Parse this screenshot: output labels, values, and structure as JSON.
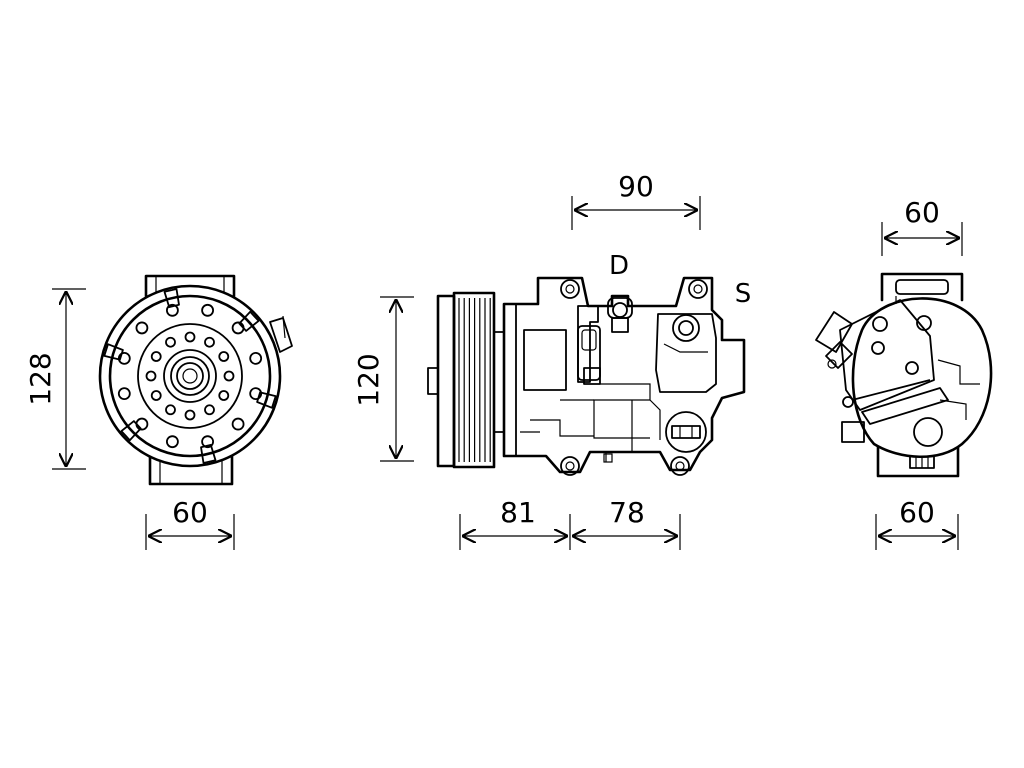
{
  "diagram": {
    "views": [
      {
        "name": "front",
        "height_label": "128",
        "width_label": "60"
      },
      {
        "name": "side",
        "height_label": "120",
        "length_label": "90",
        "front_label": "81",
        "rear_label": "78",
        "discharge_label": "D",
        "suction_label": "S"
      },
      {
        "name": "rear",
        "top_label": "60",
        "bottom_label": "60"
      }
    ]
  }
}
